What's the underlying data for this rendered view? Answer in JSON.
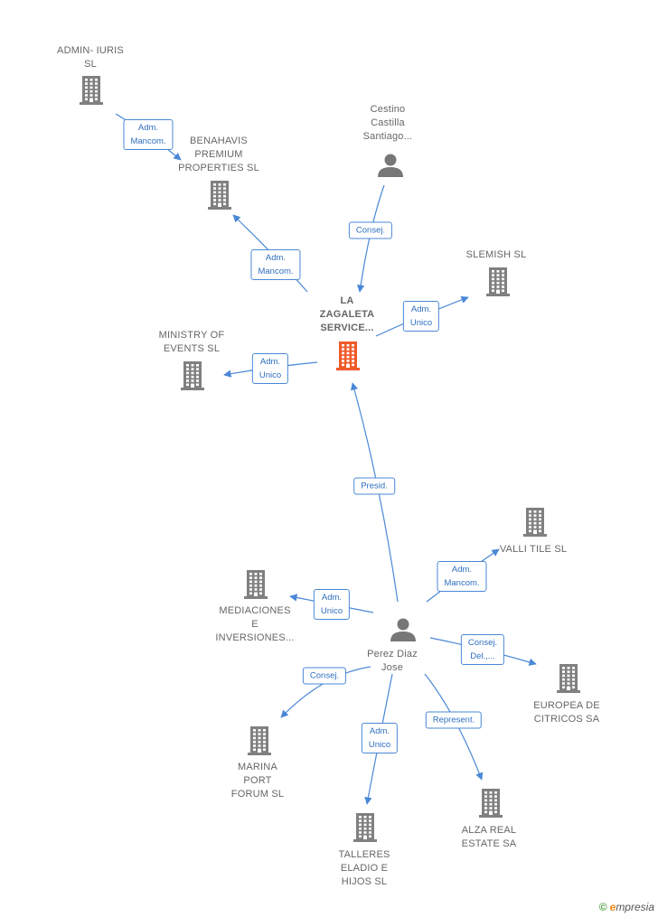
{
  "colors": {
    "edge": "#4a88d6",
    "company": "#808080",
    "person": "#777777",
    "focus": "#f05a28"
  },
  "nodes": [
    {
      "id": "admin",
      "type": "company",
      "lines": [
        "ADMIN- IURIS",
        "SL"
      ]
    },
    {
      "id": "benahavis",
      "type": "company",
      "lines": [
        "BENAHAVIS",
        "PREMIUM",
        "PROPERTIES SL"
      ]
    },
    {
      "id": "cestino",
      "type": "person",
      "lines": [
        "Cestino",
        "Castilla",
        "Santiago..."
      ]
    },
    {
      "id": "slemish",
      "type": "company",
      "lines": [
        "SLEMISH SL"
      ]
    },
    {
      "id": "lazagaleta",
      "type": "focus",
      "lines": [
        "LA",
        "ZAGALETA",
        "SERVICE..."
      ]
    },
    {
      "id": "ministry",
      "type": "company",
      "lines": [
        "MINISTRY OF",
        "EVENTS SL"
      ]
    },
    {
      "id": "valli",
      "type": "company",
      "lines": [
        "VALLI TILE SL"
      ]
    },
    {
      "id": "mediaciones",
      "type": "company",
      "lines": [
        "MEDIACIONES",
        "E",
        "INVERSIONES..."
      ]
    },
    {
      "id": "perez",
      "type": "person",
      "lines": [
        "Perez Diaz",
        "Jose"
      ]
    },
    {
      "id": "europea",
      "type": "company",
      "lines": [
        "EUROPEA DE",
        "CITRICOS SA"
      ]
    },
    {
      "id": "marina",
      "type": "company",
      "lines": [
        "MARINA",
        "PORT",
        "FORUM SL"
      ]
    },
    {
      "id": "alza",
      "type": "company",
      "lines": [
        "ALZA REAL",
        "ESTATE SA"
      ]
    },
    {
      "id": "talleres",
      "type": "company",
      "lines": [
        "TALLERES",
        "ELADIO E",
        "HIJOS  SL"
      ]
    }
  ],
  "edges": [
    {
      "from": "admin",
      "to": "benahavis",
      "lines": [
        "Adm.",
        "Mancom."
      ]
    },
    {
      "from": "lazagaleta",
      "to": "benahavis",
      "lines": [
        "Adm.",
        "Mancom."
      ]
    },
    {
      "from": "cestino",
      "to": "lazagaleta",
      "lines": [
        "Consej."
      ]
    },
    {
      "from": "lazagaleta",
      "to": "slemish",
      "lines": [
        "Adm.",
        "Unico"
      ]
    },
    {
      "from": "lazagaleta",
      "to": "ministry",
      "lines": [
        "Adm.",
        "Unico"
      ]
    },
    {
      "from": "perez",
      "to": "lazagaleta",
      "lines": [
        "Presid."
      ]
    },
    {
      "from": "perez",
      "to": "valli",
      "lines": [
        "Adm.",
        "Mancom."
      ]
    },
    {
      "from": "perez",
      "to": "mediaciones",
      "lines": [
        "Adm.",
        "Unico"
      ]
    },
    {
      "from": "perez",
      "to": "europea",
      "lines": [
        "Consej.",
        "Del.,..."
      ]
    },
    {
      "from": "perez",
      "to": "marina",
      "lines": [
        "Consej."
      ]
    },
    {
      "from": "perez",
      "to": "alza",
      "lines": [
        "Represent."
      ]
    },
    {
      "from": "perez",
      "to": "talleres",
      "lines": [
        "Adm.",
        "Unico"
      ]
    }
  ],
  "footer": {
    "copyright": "©",
    "brand_initial": "e",
    "brand_rest": "mpresia"
  }
}
